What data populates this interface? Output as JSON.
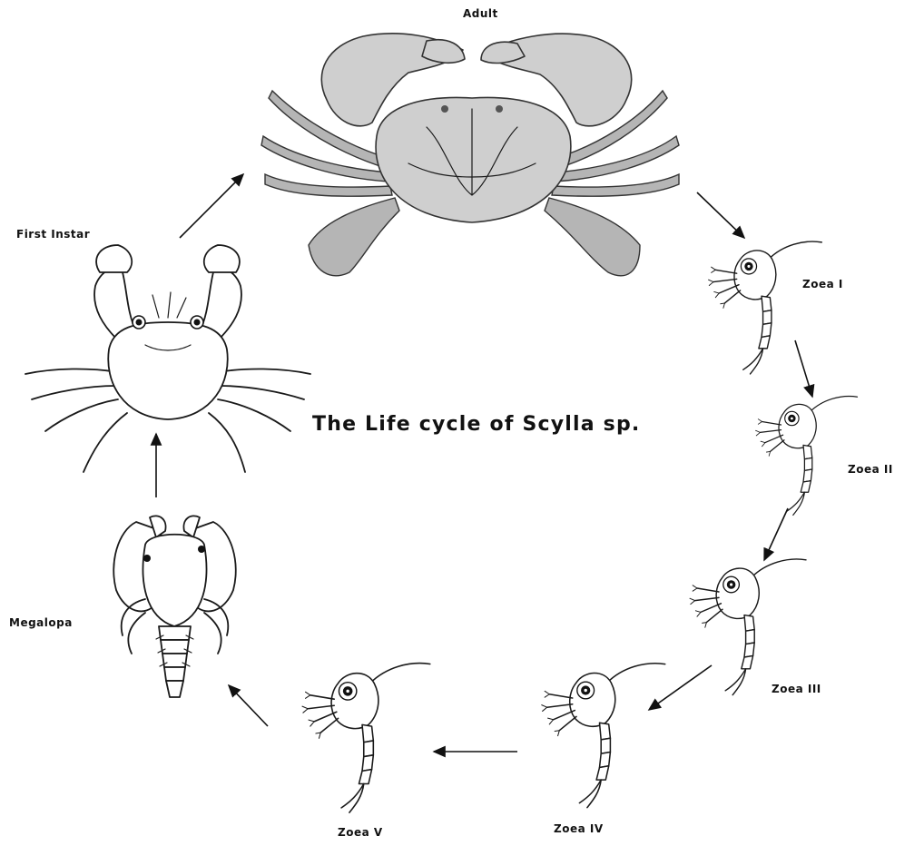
{
  "title": "The Life cycle of Scylla sp.",
  "stages": {
    "adult": "Adult",
    "zoea1": "Zoea I",
    "zoea2": "Zoea II",
    "zoea3": "Zoea III",
    "zoea4": "Zoea IV",
    "zoea5": "Zoea V",
    "megalopa": "Megalopa",
    "first_instar": "First Instar"
  }
}
